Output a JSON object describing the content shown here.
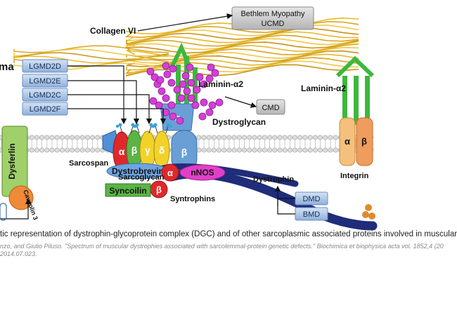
{
  "diagram": {
    "left_cut_text": "ma",
    "collagen": "Collagen VI",
    "bethlem": [
      "Bethlem Myopathy",
      "UCMD"
    ],
    "lgmd": [
      "LGMD2D",
      "LGMD2E",
      "LGMD2C",
      "LGMD2F"
    ],
    "laminin_a2": "Laminin-α2",
    "laminin_a2_right": "Laminin-α2",
    "cmd": "CMD",
    "alpha": "α",
    "beta": "β",
    "gamma": "γ",
    "delta": "δ",
    "dystroglycan": "Dystroglycan",
    "dysferlin": "Dysferlin",
    "caveolin": "Caveolin 3",
    "sarcospan": "Sarcospan",
    "sarcoglycan": "Sarcoglycan",
    "dystrobrevin": "Dystrobrevin",
    "nnos": "nNOS",
    "syncoilin": "Syncoilin",
    "syntrophins": "Syntrophins",
    "dystrophin": "Dystrophin",
    "dmd": "DMD",
    "bmd": "BMD",
    "integrin": "Integrin",
    "integrin_alpha": "α",
    "integrin_beta": "β"
  },
  "caption": {
    "main": "tic representation of dystrophin-glycoprotein complex (DGC) and of other sarcoplasmic associated proteins involved in muscular",
    "cite_line1": "nzo, and Giulio Piluso. \"Spectrum of muscular dystrophies associated with sarcolemmal-protein genetic defects.\" Biochimica et biophysica acta vol. 1852,4 (20",
    "cite_line2": "2014.07.023."
  }
}
